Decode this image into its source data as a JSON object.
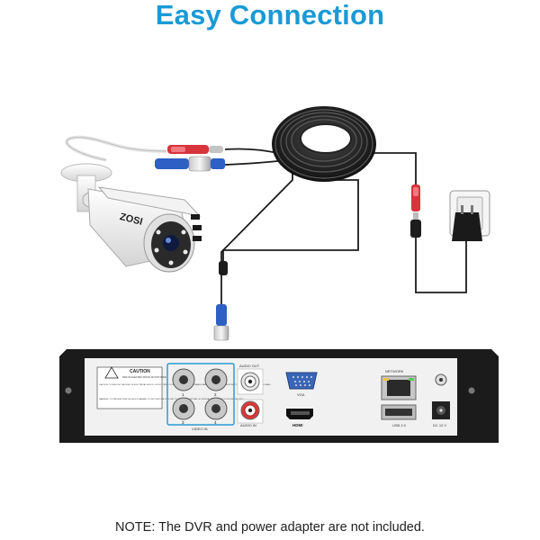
{
  "title": "Easy Connection",
  "note": "NOTE: The DVR and power adapter are not included.",
  "camera": {
    "brand": "ZOSI"
  },
  "dvr": {
    "caution_heading": "CAUTION",
    "caution_sub": "RISK OF ELECTRIC SHOCK\nDO NOT OPEN",
    "caution_text": "CAUTION: TO REDUCE THE RISK OF ELECTRICAL SHOCK, DO NOT OPEN COVERS. NO USER SERVICEABLE PARTS INSIDE. REFER SERVICING TO QUALIFIED SERVICE PERSONNEL.",
    "warning_text": "WARNING: TO PREVENT FIRE OR SHOCK HAZARD, DO NOT EXPOSE THIS UNIT TO RAIN OR MOISTURE. NO SPECIAL DESIGN FOR OUTDOOR USE ONLY.",
    "video_in_label": "VIDEO IN",
    "video_numbers": [
      "1",
      "2",
      "3",
      "4"
    ],
    "audio_out_label": "AUDIO OUT",
    "audio_in_label": "AUDIO IN",
    "vga_label": "VGA",
    "hdmi_label": "HDMI",
    "network_label": "NETWORK",
    "usb_label": "USB 2.0",
    "dc_label": "DC 12 V"
  },
  "colors": {
    "title": "#1a9ad6",
    "red_connector": "#d8343c",
    "blue_connector": "#2d5fc4",
    "cable": "#1c1c1c",
    "dvr_body": "#1b1b1b",
    "dvr_panel": "#f1f1f1"
  }
}
